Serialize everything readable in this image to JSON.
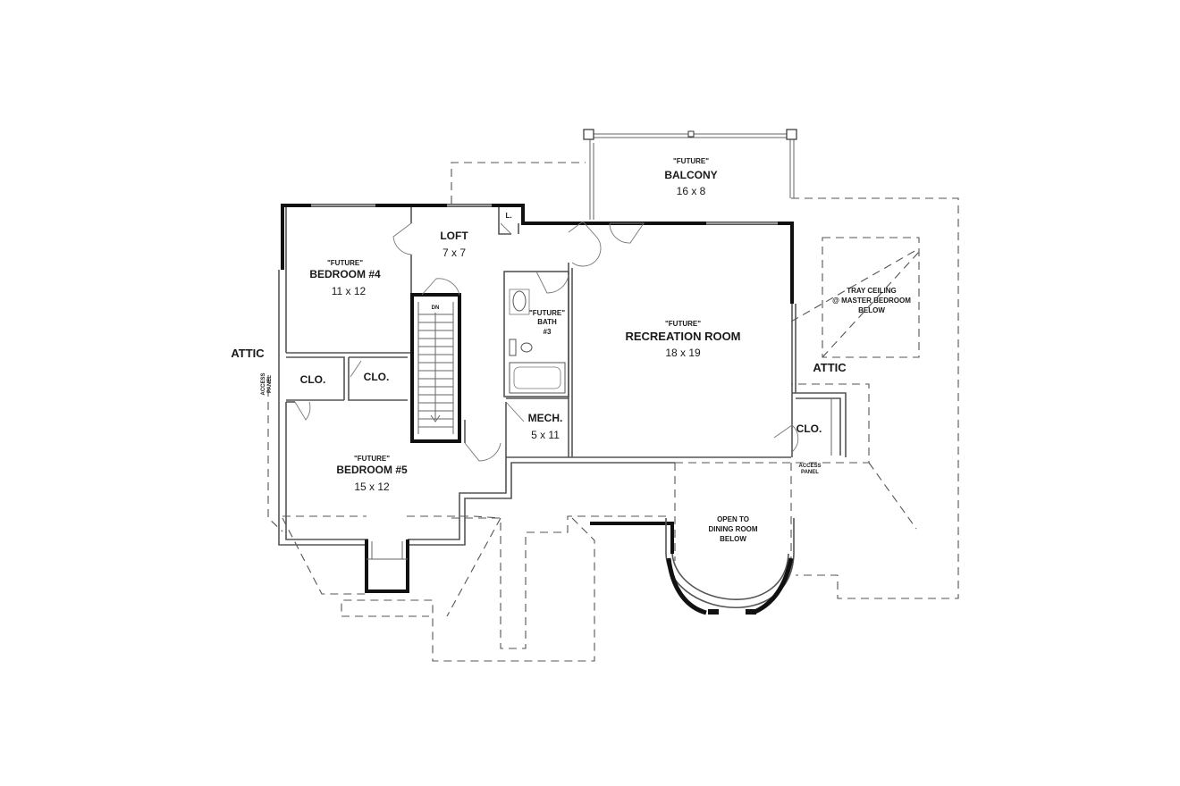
{
  "rooms": {
    "balcony": {
      "tag": "\"FUTURE\"",
      "name": "BALCONY",
      "size": "16 x 8"
    },
    "loft": {
      "name": "LOFT",
      "size": "7 x 7"
    },
    "bedroom4": {
      "tag": "\"FUTURE\"",
      "name": "BEDROOM #4",
      "size": "11 x 12"
    },
    "bedroom5": {
      "tag": "\"FUTURE\"",
      "name": "BEDROOM #5",
      "size": "15 x 12"
    },
    "recreation": {
      "tag": "\"FUTURE\"",
      "name": "RECREATION ROOM",
      "size": "18 x 19"
    },
    "bath3": {
      "tag": "\"FUTURE\"",
      "name": "BATH",
      "num": "#3"
    },
    "mech": {
      "name": "MECH.",
      "size": "5 x 11"
    },
    "clo_left": "CLO.",
    "clo_mid": "CLO.",
    "clo_right": "CLO.",
    "linen": "L."
  },
  "labels": {
    "attic_left": "ATTIC",
    "attic_right": "ATTIC",
    "stair_dn": "DN",
    "tray_line1": "TRAY CEILING",
    "tray_line2": "@ MASTER BEDROOM",
    "tray_line3": "BELOW",
    "open_line1": "OPEN TO",
    "open_line2": "DINING ROOM",
    "open_line3": "BELOW",
    "access_left_line1": "ACCESS",
    "access_left_line2": "PANEL",
    "access_right_line1": "ACCESS",
    "access_right_line2": "PANEL"
  }
}
